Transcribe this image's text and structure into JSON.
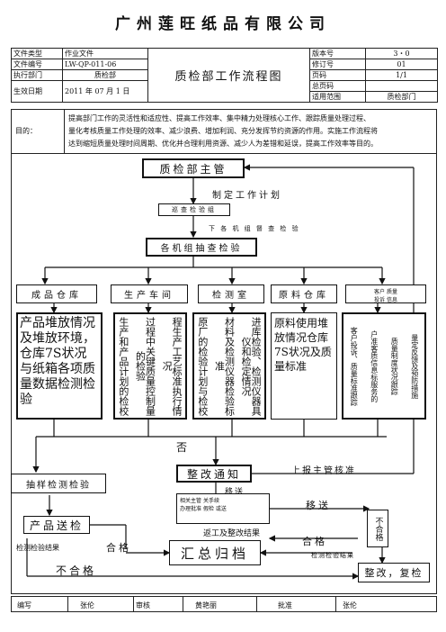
{
  "company": "广州莲旺纸品有限公司",
  "header": {
    "doc_type_label": "文件类型",
    "doc_type": "作业文件",
    "doc_no_label": "文件编号",
    "doc_no": "LW-QP-011-06",
    "dept_label": "执行部门",
    "dept": "质检部",
    "date_label": "生效日期",
    "date": "2011 年 07 月 1 日",
    "title": "质检部工作流程图",
    "version_label": "版本号",
    "version": "3・0",
    "revision_label": "修订号",
    "revision": "01",
    "page_label": "页码",
    "page": "1/1",
    "total_pages_label": "总页码",
    "total_pages": "",
    "scope_label": "适用范围",
    "scope": "质检部门"
  },
  "purpose": {
    "label": "目的：",
    "line1": "提高部门工作的灵活性和适应性、提高工作效率、集中精力处理核心工作、跟踪质量处理过程、",
    "line2": "量化考核质量工作处理的效率、减少浪费、增加利润、充分发挥节约资源的作用。实施工作流程将",
    "line3": "达到缩短质量处理时间周期、优化并合理利用资源、减少人为差错和延误，提高工作效率等目的。"
  },
  "flow": {
    "head": "质检部主管",
    "plan": "制定工作计划",
    "group": "巡查检验组",
    "assign": "下 各 机 组 督 查 检 验",
    "check": "各机组抽查检验",
    "dept1": "成品仓库",
    "dept2": "生产车间",
    "dept3": "检测室",
    "dept4": "原料仓库",
    "dept5_a": "客户",
    "dept5_b": "质量",
    "dept5_c": "投诉",
    "dept5_d": "信息",
    "desc1": "产品堆放情况及堆放环境，仓库7S状况与纸箱各项质量数据检测检验",
    "desc2_col1": "生产和产品计划的检校",
    "desc2_col2": "过程中关键质量控制量的检验",
    "desc2_col3": "程生产工艺标准执行情况",
    "desc3_col1": "原厂的检验计划与检校",
    "desc3_col2": "材料及检测仪器检验标准",
    "desc3_col3": "进库检验、检测仪器具仪和检定情况",
    "desc4": "原料使用堆放情况仓库7S状况及质量标准",
    "desc5_col1": "客户投诉、质量标准跟踪",
    "desc5_col2": "户准客质信息标服务的",
    "desc5_col3": "质量制度状况跟踪",
    "desc5_col4": "量定反馈及预防措施",
    "no": "否",
    "rectify_notice": "整改通知",
    "report": "上报主管核准",
    "sample": "抽样检测检验",
    "send1": "移送",
    "related": "相关主管",
    "related2": "关手续",
    "related3": "办理批准",
    "related4": "假检",
    "related5": "或送",
    "send2": "移送",
    "finished_send": "产品送检",
    "rectify_result": "返工及整改结果",
    "result1": "检测检验结果",
    "pass1": "合格",
    "summary": "汇总归档",
    "pass2": "合格",
    "result2": "检测检验结果",
    "fail1": "不合格",
    "fail2": "不合格",
    "recheck": "整改，复检"
  },
  "footer": {
    "writer_label": "编写",
    "writer": "张伦",
    "reviewer_label": "审核",
    "reviewer": "黄艳丽",
    "approver_label": "批准",
    "approver": "张伦"
  }
}
